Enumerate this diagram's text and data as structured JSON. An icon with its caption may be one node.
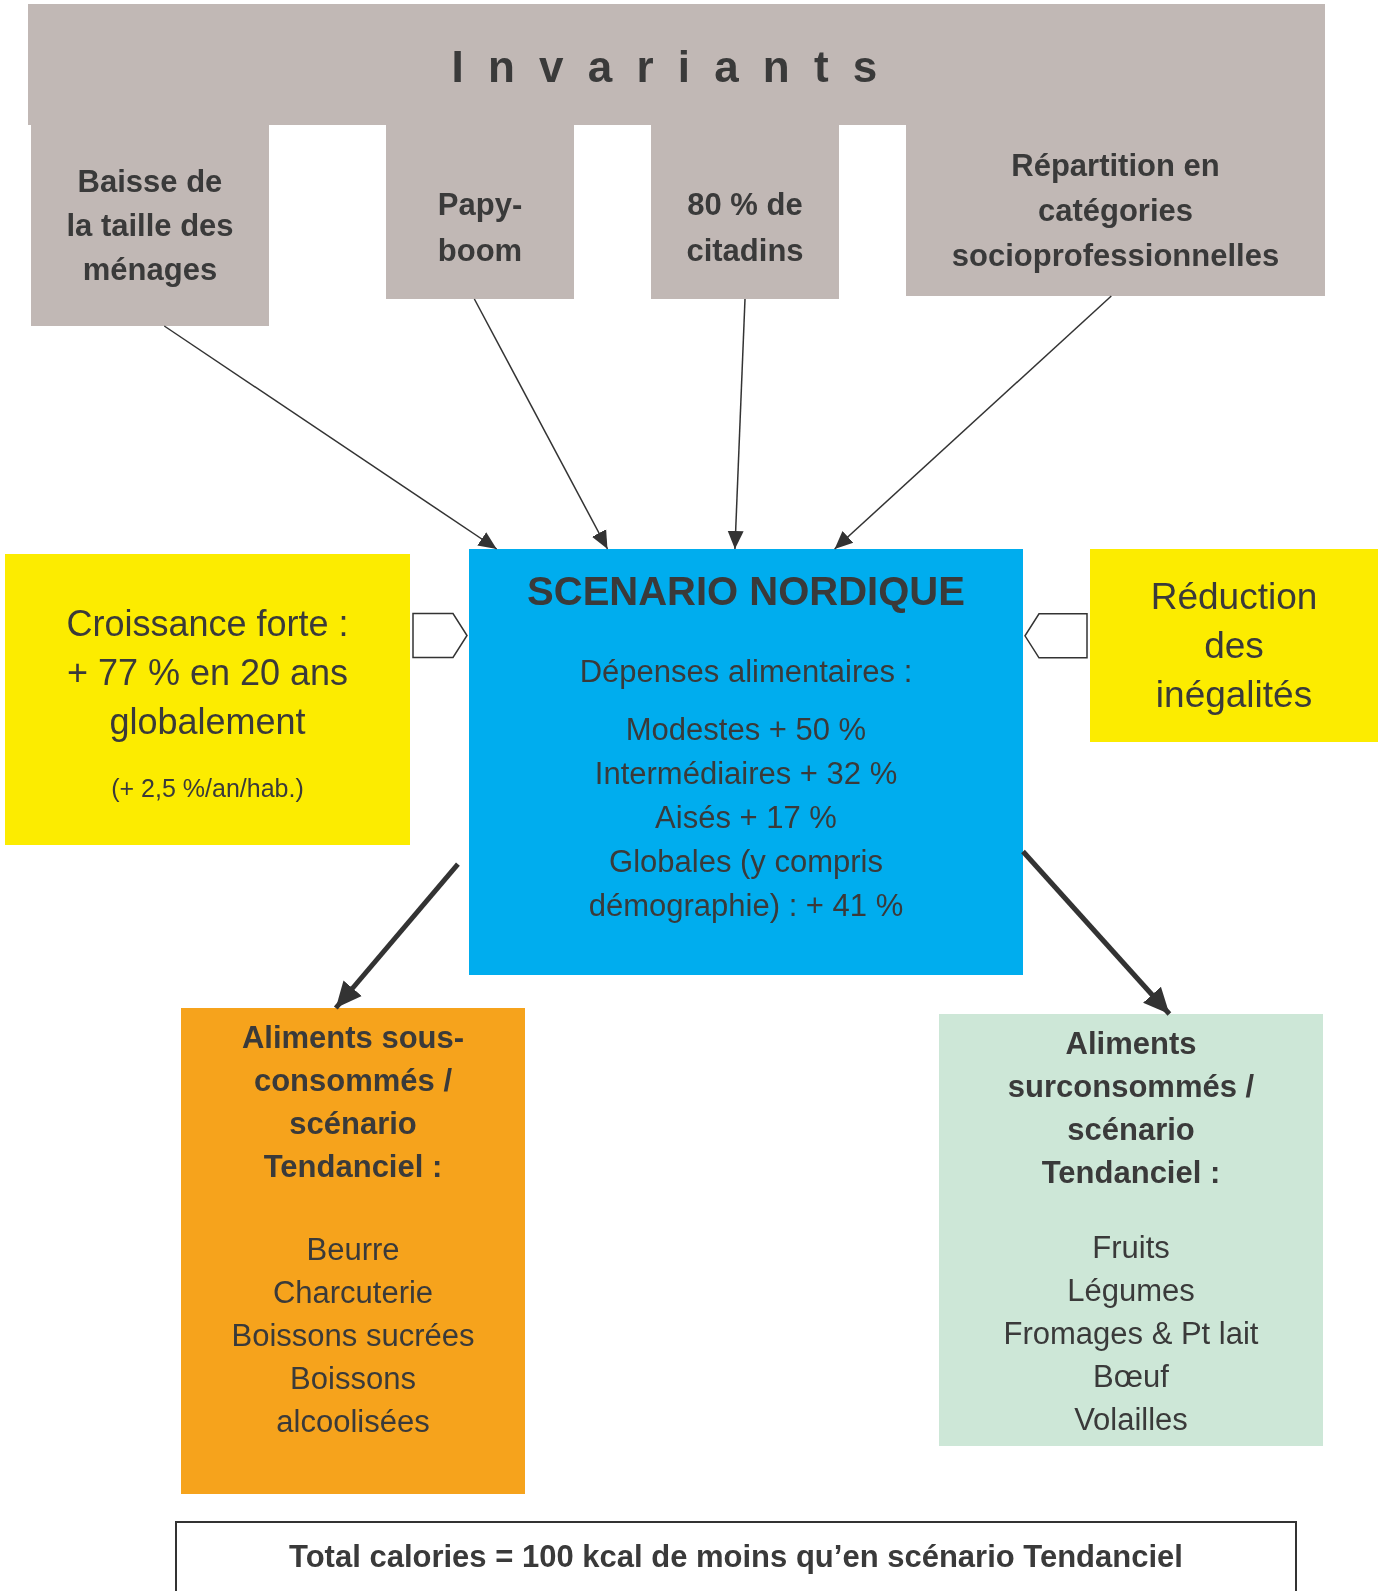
{
  "diagram": {
    "nodes": [
      {
        "text": [
          "Invariants"
        ]
      },
      {
        "text": [
          "Baisse de la taille des ménages"
        ]
      },
      {
        "text": [
          "Papy-boom"
        ]
      },
      {
        "text": [
          "80 % de citadins"
        ]
      },
      {
        "text": [
          "Répartition en catégories socioprofessionnelles"
        ]
      },
      {
        "text": [
          "Croissance forte : + 77 % en 20 ans globalement",
          "(+ 2,5 %/an/hab.)"
        ]
      },
      {
        "text": [
          "SCENARIO NORDIQUE",
          "Dépenses alimentaires :",
          "Modestes + 50 %",
          "Intermédiaires + 32 %",
          "Aisés + 17 %",
          "Globales (y compris démographie) : + 41 %"
        ]
      },
      {
        "text": [
          "Réduction des inégalités"
        ]
      },
      {
        "text": [
          "Aliments sous-consommés / scénario Tendanciel :",
          "Beurre",
          "Charcuterie",
          "Boissons sucrées",
          "Boissons alcoolisées"
        ]
      },
      {
        "text": [
          "Aliments surconsommés / scénario Tendanciel :",
          "Fruits",
          "Légumes",
          "Fromages & Pt lait",
          "Bœuf",
          "Volailles"
        ]
      },
      {
        "text": [
          "Total calories = 100 kcal de moins qu’en scénario Tendanciel"
        ]
      }
    ],
    "edges": [
      {
        "from": 1,
        "to": 6,
        "arrow": "to"
      },
      {
        "from": 2,
        "to": 6,
        "arrow": "to"
      },
      {
        "from": 3,
        "to": 6,
        "arrow": "to"
      },
      {
        "from": 4,
        "to": 6,
        "arrow": "to"
      },
      {
        "from": 5,
        "to": 6,
        "arrow": "to"
      },
      {
        "from": 7,
        "to": 6,
        "arrow": "to"
      },
      {
        "from": 6,
        "to": 8,
        "arrow": "to",
        "style": "thick"
      },
      {
        "from": 6,
        "to": 9,
        "arrow": "to",
        "style": "thick"
      }
    ]
  }
}
